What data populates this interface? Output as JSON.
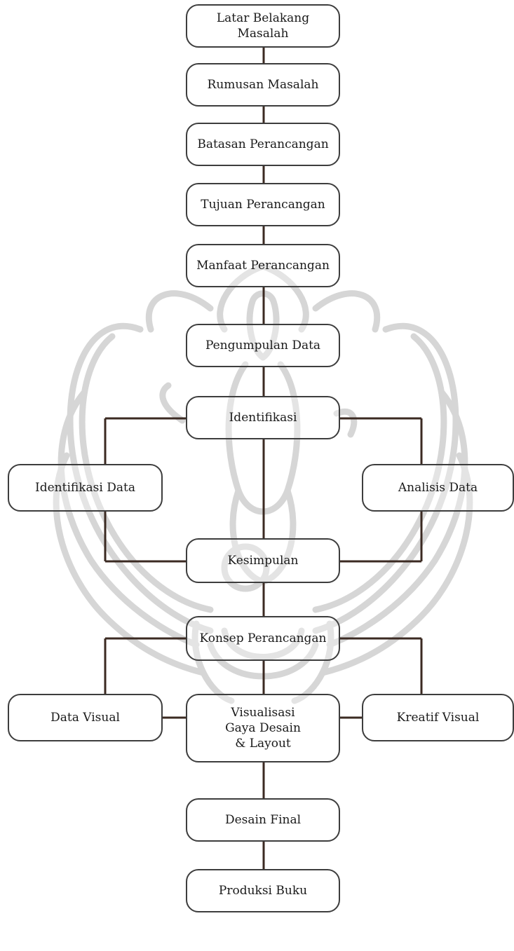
{
  "flowchart": {
    "steps": {
      "latar": "Latar Belakang\nMasalah",
      "rumusan": "Rumusan Masalah",
      "batasan": "Batasan Perancangan",
      "tujuan": "Tujuan Perancangan",
      "manfaat": "Manfaat Perancangan",
      "pengumpulan": "Pengumpulan Data",
      "identifikasi": "Identifikasi",
      "identifikasi_data": "Identifikasi Data",
      "analisis_data": "Analisis Data",
      "kesimpulan": "Kesimpulan",
      "konsep": "Konsep Perancangan",
      "data_visual": "Data Visual",
      "visualisasi": "Visualisasi\nGaya Desain\n& Layout",
      "kreatif_visual": "Kreatif Visual",
      "desain_final": "Desain Final",
      "produksi": "Produksi Buku"
    },
    "colors": {
      "line": "#3b2a22",
      "box_border": "#3d3d3d",
      "watermark": "#d6d6d6"
    }
  }
}
